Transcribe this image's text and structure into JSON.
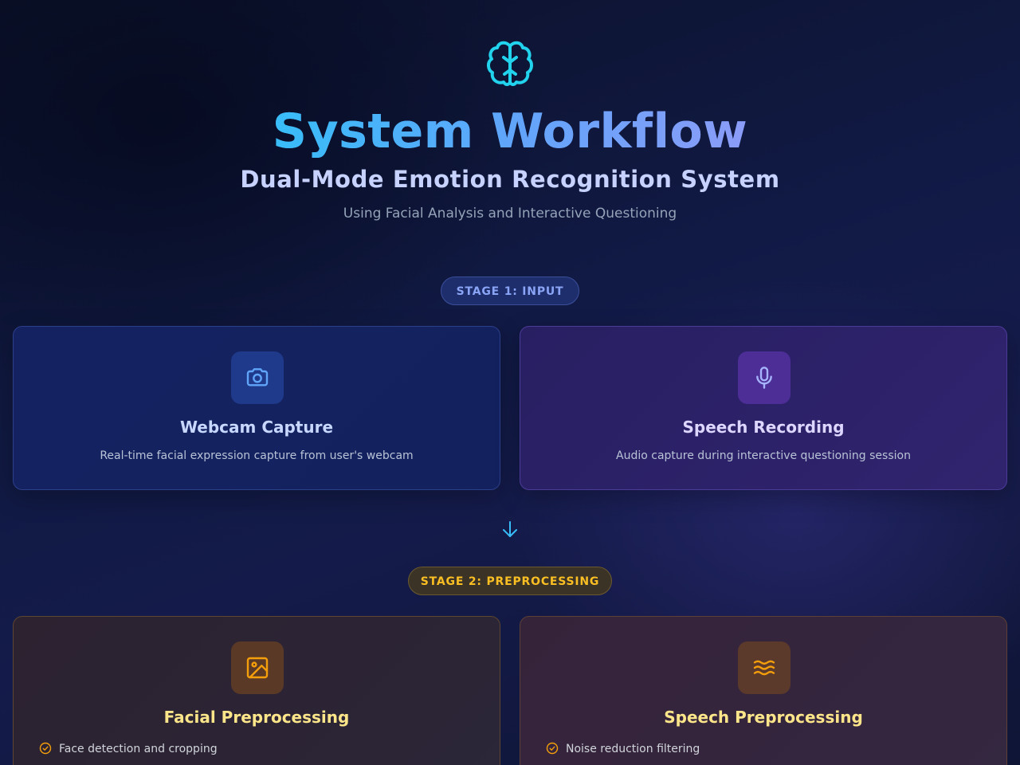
{
  "header": {
    "icon": "brain-icon",
    "title": "System Workflow",
    "subtitle": "Dual-Mode Emotion Recognition System",
    "tagline": "Using Facial Analysis and Interactive Questioning"
  },
  "stages": [
    {
      "label": "STAGE 1: INPUT",
      "cards": [
        {
          "icon": "camera-icon",
          "title": "Webcam Capture",
          "description": "Real-time facial expression capture from user's webcam"
        },
        {
          "icon": "microphone-icon",
          "title": "Speech Recording",
          "description": "Audio capture during interactive questioning session"
        }
      ]
    },
    {
      "label": "STAGE 2: PREPROCESSING",
      "cards": [
        {
          "icon": "image-icon",
          "title": "Facial Preprocessing",
          "features": [
            "Face detection and cropping"
          ]
        },
        {
          "icon": "waves-icon",
          "title": "Speech Preprocessing",
          "features": [
            "Noise reduction filtering"
          ]
        }
      ]
    }
  ],
  "colors": {
    "background": "#0f1535",
    "accent_cyan": "#22d3ee",
    "stage1": "#8aa4f6",
    "stage2": "#fbbf24"
  }
}
